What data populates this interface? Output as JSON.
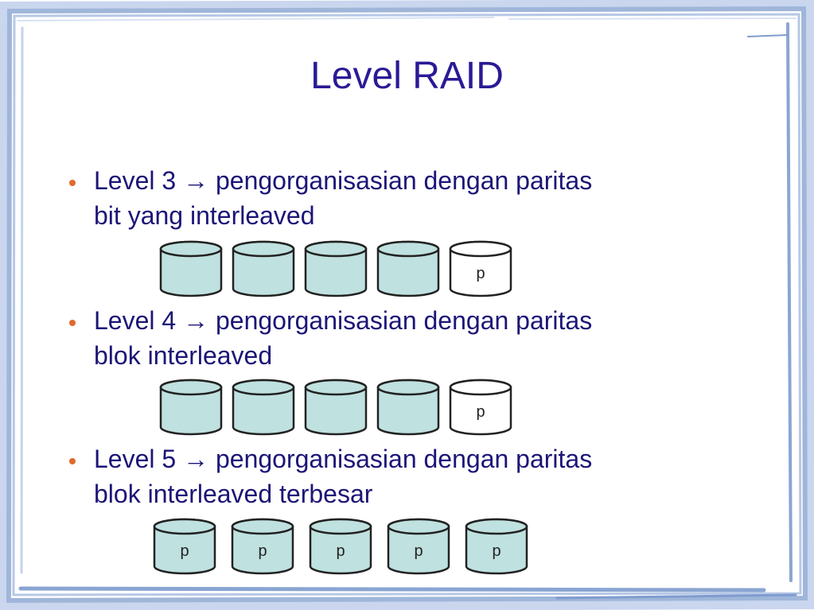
{
  "title": "Level RAID",
  "colors": {
    "title": "#2a1a96",
    "text": "#1c1577",
    "bullet": "#e06a2a",
    "data_disk": "#bfe1df",
    "parity_disk": "#ffffff",
    "border": "#9fb6d9"
  },
  "bullets": [
    {
      "line1": "Level 3 → pengorganisasian dengan paritas",
      "line2": "bit yang interleaved",
      "disks": [
        "",
        "",
        "",
        "",
        "p"
      ]
    },
    {
      "line1": "Level 4 → pengorganisasian dengan paritas",
      "line2": "blok interleaved",
      "disks": [
        "",
        "",
        "",
        "",
        "p"
      ]
    },
    {
      "line1": "Level 5 → pengorganisasian dengan paritas",
      "line2": "blok interleaved terbesar",
      "disks": [
        "p",
        "p",
        "p",
        "p",
        "p"
      ]
    }
  ]
}
